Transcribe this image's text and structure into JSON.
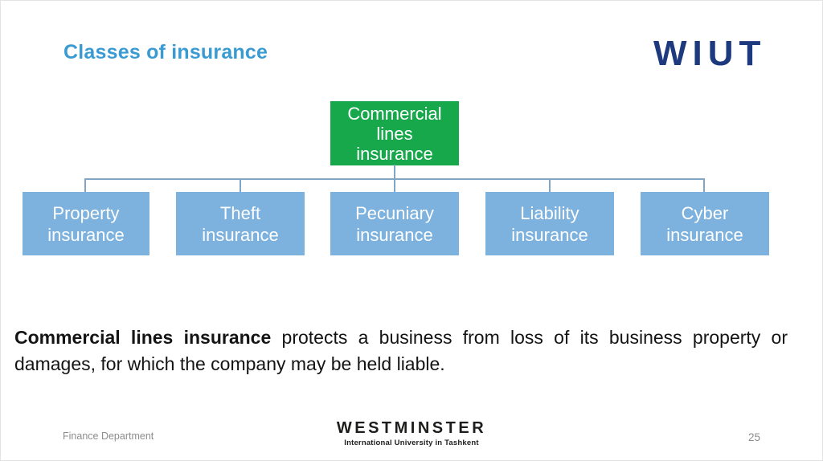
{
  "slide": {
    "title": "Classes of insurance",
    "page_number": "25"
  },
  "header": {
    "wiut_logo_text": "WIUT"
  },
  "chart": {
    "type": "org-hierarchy",
    "root": {
      "label": "Commercial\nlines\ninsurance",
      "color": "#17a84b"
    },
    "children": [
      {
        "label": "Property\ninsurance",
        "color": "#7db1de"
      },
      {
        "label": "Theft\ninsurance",
        "color": "#7db1de"
      },
      {
        "label": "Pecuniary\ninsurance",
        "color": "#7db1de"
      },
      {
        "label": "Liability\ninsurance",
        "color": "#7db1de"
      },
      {
        "label": "Cyber\ninsurance",
        "color": "#7db1de"
      }
    ],
    "connector_color": "#81a5c4"
  },
  "body": {
    "bold": "Commercial lines insurance",
    "rest": " protects a business from loss of its business property or damages, for which the company may be held liable."
  },
  "footer": {
    "department": "Finance Department",
    "university_name": "WESTMINSTER",
    "university_subtitle": "International University in Tashkent"
  },
  "colors": {
    "title_blue": "#3a9bd3",
    "wiut_navy": "#1e3a7e",
    "root_green": "#17a84b",
    "child_blue": "#7db1de",
    "connector": "#81a5c4",
    "footer_gray": "#8c8c8c"
  }
}
